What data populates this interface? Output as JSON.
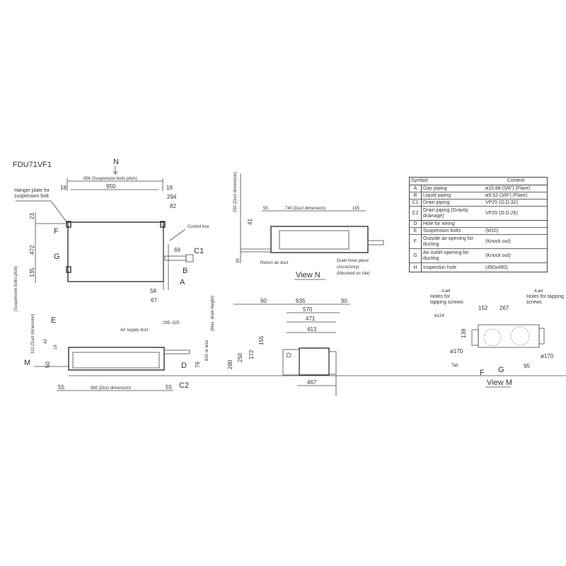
{
  "model": "FDU71VF1",
  "top_view": {
    "arrow_label": "N",
    "dim_956": "956 (Suspension bolts pitch)",
    "dim_950": "950",
    "dim_18_left": "18",
    "dim_18_right": "18",
    "dim_294": "294",
    "dim_82": "82",
    "dim_23": "23",
    "dim_472": "472",
    "dim_135": "135",
    "dim_69": "69",
    "dim_58": "58",
    "dim_67": "67",
    "hanger_label": "Hanger plate for suspension bolt",
    "control_box_label": "Control box",
    "side_label": "(Suspension bolts pitch)",
    "F": "F",
    "G": "G",
    "A": "A",
    "B": "B",
    "C1": "C1"
  },
  "view_n": {
    "title": "View N",
    "dim_55": "55",
    "dim_740": "740 (Duct dimension)",
    "dim_155": "155",
    "dim_41": "41",
    "dim_250": "250 (Duct dimension)",
    "dim_35": "35",
    "return_label": "Return air duct",
    "drain_label_1": "Drain hose piece",
    "drain_label_2": "(Accessory)",
    "drain_label_3": "(Mounted on site)"
  },
  "side_view": {
    "arrow_E": "E",
    "arrow_M": "M",
    "dim_110": "110 (Duct dimension)",
    "dim_43": "43",
    "dim_19": "19",
    "dim_50": "50",
    "supply_label": "Air supply duct",
    "dim_295": "295~325",
    "dim_600": "600 or less",
    "dim_max": "(Max. drain height)",
    "dim_76": "76",
    "dim_55_left": "55",
    "dim_880": "880 (Duct dimension)",
    "dim_55_right": "55",
    "D": "D",
    "C2": "C2"
  },
  "end_view": {
    "dim_90_left": "90",
    "dim_635": "635",
    "dim_90_right": "90",
    "dim_570": "570",
    "dim_471": "471",
    "dim_413": "413",
    "dim_280": "280",
    "dim_250": "250",
    "dim_172": "172",
    "dim_155": "155",
    "dim_467": "467"
  },
  "table": {
    "header_symbol": "Symbol",
    "header_content": "Content",
    "rows": [
      {
        "symbol": "A",
        "name": "Gas piping",
        "content": "ø15.88 (5/8\") (Flare)"
      },
      {
        "symbol": "B",
        "name": "Liquid piping",
        "content": "ø9.52 (3/8\") (Flare)"
      },
      {
        "symbol": "C1",
        "name": "Drain piping",
        "content": "VP25 (O.D.32)"
      },
      {
        "symbol": "C2",
        "name": "Drain piping (Gravity drainage)",
        "content": "VP20 (O.D.26)"
      },
      {
        "symbol": "D",
        "name": "Hole for wiring",
        "content": ""
      },
      {
        "symbol": "E",
        "name": "Suspension bolts",
        "content": "(M10)"
      },
      {
        "symbol": "F",
        "name": "Outside air opening for ducting",
        "content": "(Knock out)"
      },
      {
        "symbol": "G",
        "name": "Air outlet opening for ducting",
        "content": "(Knock out)"
      },
      {
        "symbol": "H",
        "name": "Inspection hole",
        "content": "(450x450)"
      }
    ]
  },
  "view_m": {
    "title": "View M",
    "holes_left_count": "4-ø4",
    "holes_left_label": "Holes for tapping screws",
    "holes_right_count": "4-ø4",
    "holes_right_label": "Holes for tapping screws",
    "dim_152": "152",
    "dim_267": "267",
    "dim_d124": "ø124",
    "dim_139": "139",
    "dim_a170": "ø170",
    "label_tab": "Tab",
    "dim_95": "95",
    "dim_d170": "ø170",
    "F": "F",
    "G": "G"
  }
}
